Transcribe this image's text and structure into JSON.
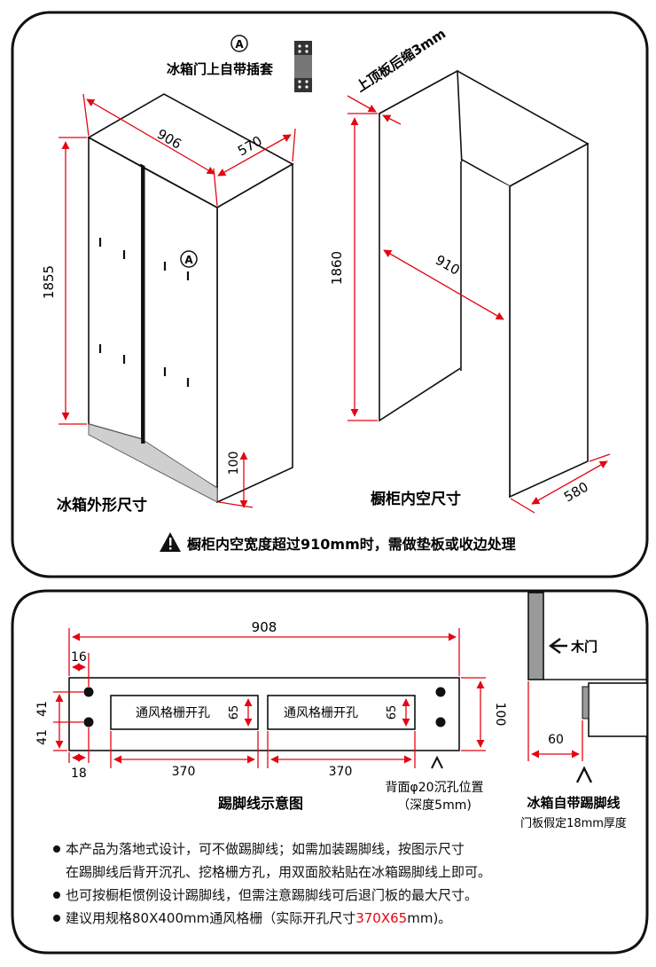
{
  "top_panel": {
    "marker_a": "A",
    "sleeve_label": "冰箱门上自带插套",
    "fridge": {
      "width": "906",
      "depth": "570",
      "height": "1855",
      "bottom": "100",
      "marker_a": "A",
      "caption": "冰箱外形尺寸"
    },
    "cabinet": {
      "top_note": "上顶板后缩3mm",
      "height": "1860",
      "width": "910",
      "depth": "580",
      "caption": "橱柜内空尺寸"
    },
    "warning_icon": "warning-icon",
    "warning": "橱柜内空宽度超过910mm时，需做垫板或收边处理"
  },
  "bottom_panel": {
    "kick": {
      "total_width": "908",
      "left_offset": "16",
      "bottom_offset": "18",
      "hole_spacing_top": "41",
      "hole_spacing_bottom": "41",
      "height": "100",
      "vent_left_label": "通风格栅开孔",
      "vent_left_height": "65",
      "vent_right_label": "通风格栅开孔",
      "vent_right_height": "65",
      "vent_left_width": "370",
      "vent_right_width": "370",
      "hole_note_line1": "背面φ20沉孔位置",
      "hole_note_line2": "（深度5mm)",
      "caption": "踢脚线示意图"
    },
    "side": {
      "door_label": "木门",
      "gap": "60",
      "kick_label": "冰箱自带踢脚线",
      "thickness_note": "门板假定18mm厚度"
    }
  },
  "notes": [
    "本产品为落地式设计，可不做踢脚线；如需加装踢脚线，按图示尺寸",
    "在踢脚线后背开沉孔、挖格栅方孔，用双面胶粘贴在冰箱踢脚线上即可。",
    "也可按橱柜惯例设计踢脚线，但需注意踢脚线可后退门板的最大尺寸。",
    "建议用规格80X400mm通风格栅（实际开孔尺寸"
  ],
  "note4_highlight": "370X65",
  "note4_tail": "mm)。",
  "colors": {
    "dimension": "#e30613",
    "outline": "#111111",
    "plinth": "#cfcfcf"
  }
}
